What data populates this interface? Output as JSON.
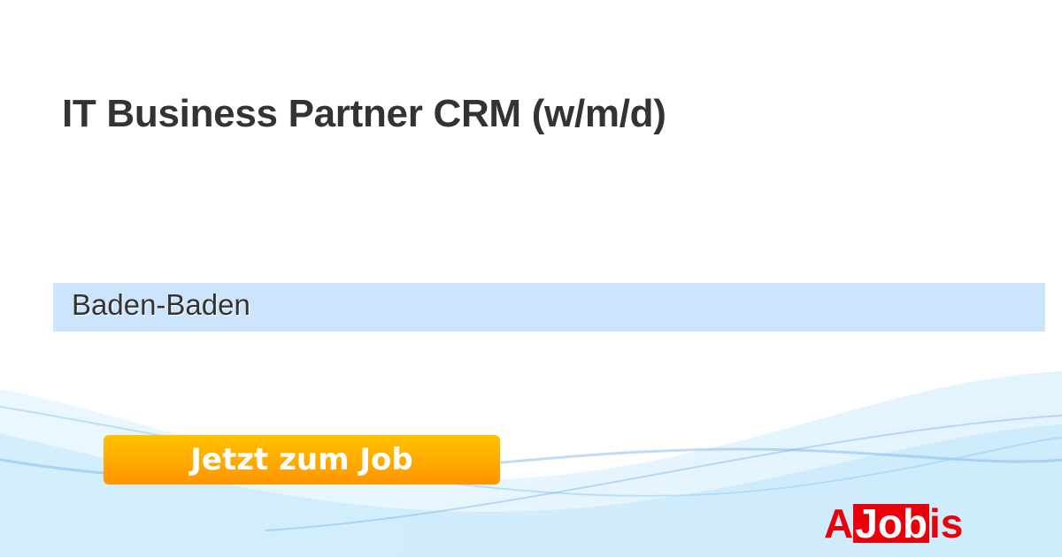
{
  "job": {
    "title": "IT Business Partner CRM (w/m/d)",
    "location": "Baden-Baden"
  },
  "cta": {
    "label": "Jetzt zum Job"
  },
  "logo": {
    "prefix": "A",
    "boxed": "Job",
    "suffix": "is",
    "color": "#e8000b"
  },
  "colors": {
    "location_bar": "#cce5fd",
    "button_top": "#ffc200",
    "button_bottom": "#ff9500"
  }
}
